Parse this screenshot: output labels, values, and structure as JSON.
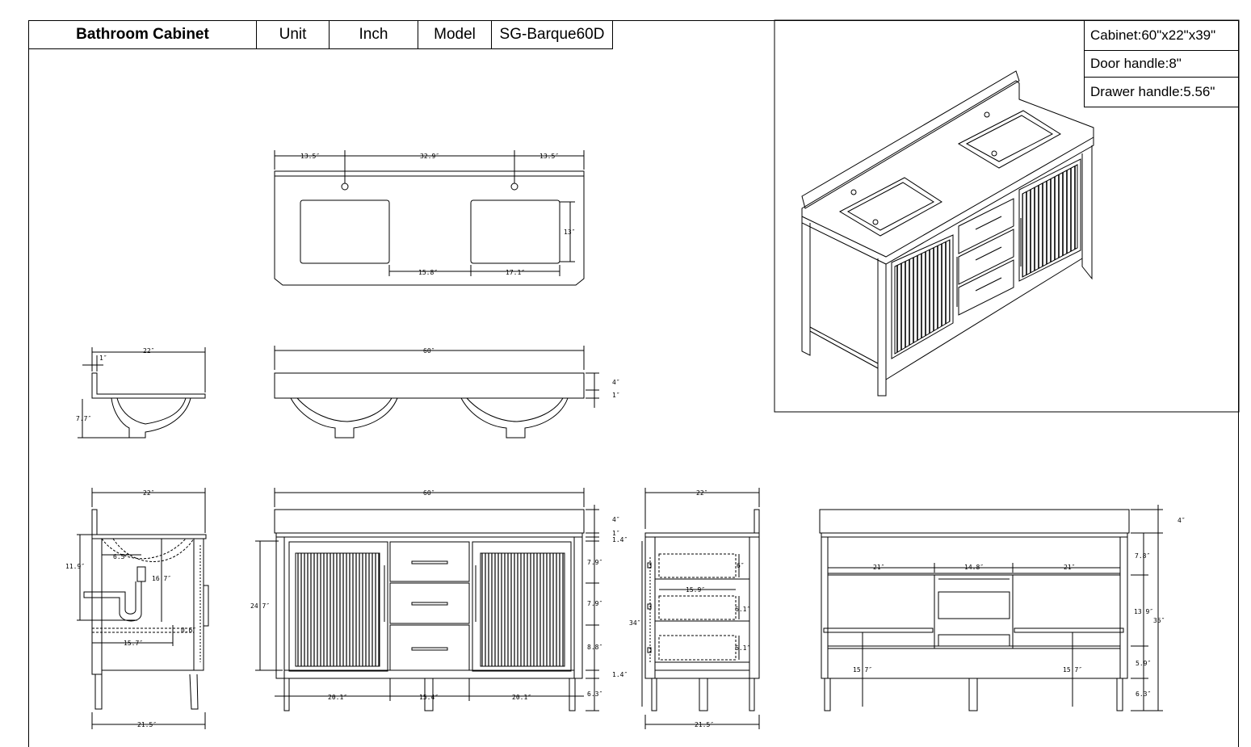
{
  "header": {
    "title": "Bathroom Cabinet",
    "unit_label": "Unit",
    "unit_value": "Inch",
    "model_label": "Model",
    "model_value": "SG-Barque60D"
  },
  "specs": {
    "cabinet": "Cabinet:60\"x22\"x39\"",
    "door_handle": "Door handle:8\"",
    "drawer_handle": "Drawer handle:5.56\""
  },
  "dims": {
    "top_left": "13.5″",
    "top_mid": "32.9″",
    "top_right": "13.5″",
    "sink_h": "13″",
    "sink_gap": "15.8″",
    "sink_w": "17.1″",
    "side_top_w": "22″",
    "side_top_1": "1″",
    "side_top_77": "7.7″",
    "front_top_w": "60″",
    "front_top_4": "4″",
    "front_top_1": "1″",
    "side_w": "22″",
    "side_119": "11.9″",
    "side_65": "6.5″",
    "side_167": "16.7″",
    "side_06": "0.6″",
    "side_157": "15.7″",
    "side_215": "21.5″",
    "front_w": "60″",
    "front_4": "4″",
    "front_1": "1″",
    "front_14a": "1.4″",
    "front_79a": "7.9″",
    "front_79b": "7.9″",
    "front_88": "8.8″",
    "front_14b": "1.4″",
    "front_63": "6.3″",
    "front_247": "24.7″",
    "front_201a": "20.1″",
    "front_154": "15.4″",
    "front_201b": "20.1″",
    "iside_w": "22″",
    "iside_34": "34″",
    "iside_159": "15.9″",
    "iside_d1": "6″",
    "iside_d2": "6.1″",
    "iside_d3": "6.1″",
    "iside_215": "21.5″",
    "back_21a": "21″",
    "back_148": "14.8″",
    "back_21b": "21″",
    "back_157a": "15.7″",
    "back_157b": "15.7″",
    "back_4": "4″",
    "back_78": "7.8″",
    "back_139": "13.9″",
    "back_35": "35″",
    "back_59": "5.9″",
    "back_63": "6.3″"
  }
}
